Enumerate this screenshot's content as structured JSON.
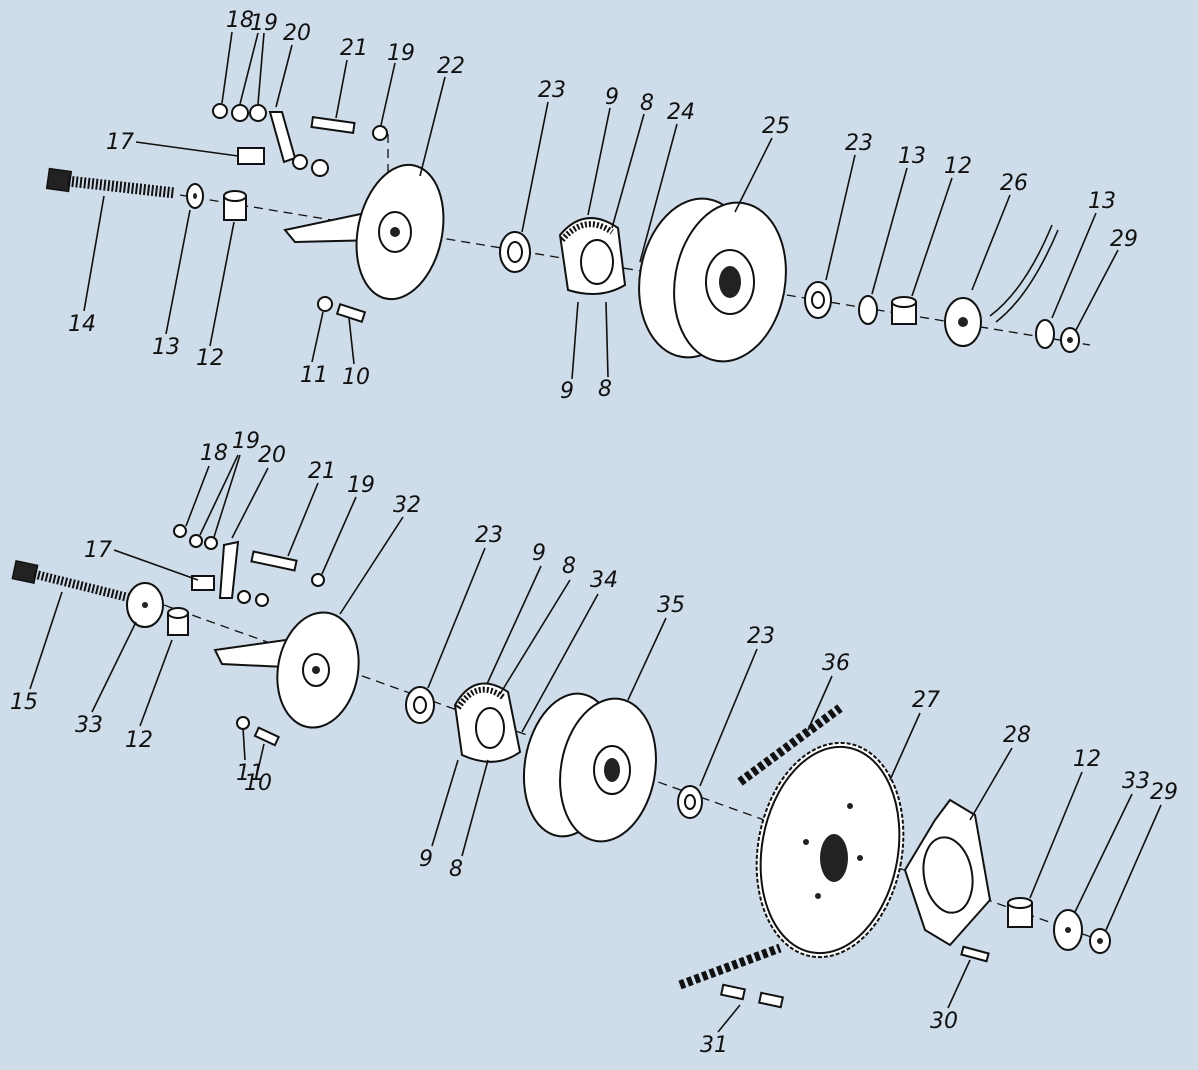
{
  "diagram": {
    "background": "#cfdcea",
    "ink": "#111111",
    "top_assembly": {
      "labels": [
        "18",
        "19",
        "20",
        "21",
        "19",
        "22",
        "23",
        "9",
        "8",
        "24",
        "25",
        "23",
        "13",
        "12",
        "26",
        "13",
        "29",
        "17",
        "14",
        "13",
        "12",
        "11",
        "10",
        "9",
        "8"
      ]
    },
    "bottom_assembly": {
      "labels": [
        "18",
        "19",
        "20",
        "21",
        "19",
        "32",
        "23",
        "9",
        "8",
        "34",
        "35",
        "23",
        "36",
        "27",
        "28",
        "12",
        "33",
        "29",
        "17",
        "15",
        "33",
        "12",
        "11",
        "10",
        "9",
        "8",
        "30",
        "31"
      ]
    }
  }
}
